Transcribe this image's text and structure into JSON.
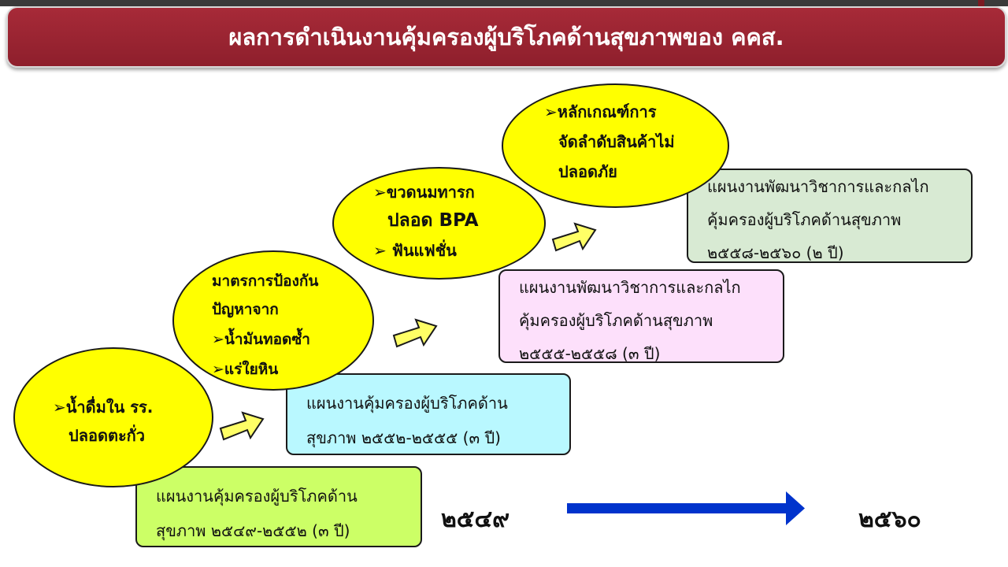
{
  "title": "ผลการดำเนินงานคุ้มครองผู้บริโภคด้านสุขภาพของ คคส.",
  "plans": [
    {
      "line1": "แผนงานคุ้มครองผู้บริโภคด้าน",
      "line2": "สุขภาพ ๒๕๔๙-๒๕๕๒ (๓ ปี)",
      "color": "#ccff66"
    },
    {
      "line1": "แผนงานคุ้มครองผู้บริโภคด้าน",
      "line2": "สุขภาพ ๒๕๕๒-๒๕๕๕ (๓ ปี)",
      "color": "#b9f8ff"
    },
    {
      "line1": "แผนงานพัฒนาวิชาการและกลไก",
      "line2": "คุ้มครองผู้บริโภคด้านสุขภาพ",
      "line3": "๒๕๕๕-๒๕๕๘ (๓ ปี)",
      "color": "#fde0fb"
    },
    {
      "line1": "แผนงานพัฒนาวิชาการและกลไก",
      "line2": "คุ้มครองผู้บริโภคด้านสุขภาพ",
      "line3": "๒๕๕๘-๒๕๖๐ (๒ ปี)",
      "color": "#d8ead3"
    }
  ],
  "highlights": [
    {
      "lines": [
        "➢น้ำดื่มใน รร.",
        "ปลอดตะกั่ว"
      ]
    },
    {
      "lines": [
        "มาตรการป้องกัน",
        "ปัญหาจาก",
        "➢น้ำมันทอดซ้ำ",
        "➢แร่ใยหิน"
      ]
    },
    {
      "lines": [
        "➢ขวดนมทารก",
        "ปลอด BPA",
        "➢ ฟันแฟชั่น"
      ]
    },
    {
      "lines": [
        "➢หลักเกณฑ์การ",
        "จัดลำดับสินค้าไม่",
        "ปลอดภัย"
      ]
    }
  ],
  "timeline": {
    "start": "๒๕๔๙",
    "end": "๒๕๖๐",
    "arrow_color": "#0033cc"
  },
  "colors": {
    "title_bg": "#a72a38",
    "ellipse_fill": "#ffff00",
    "step_arrow_fill": "#ffff66"
  }
}
